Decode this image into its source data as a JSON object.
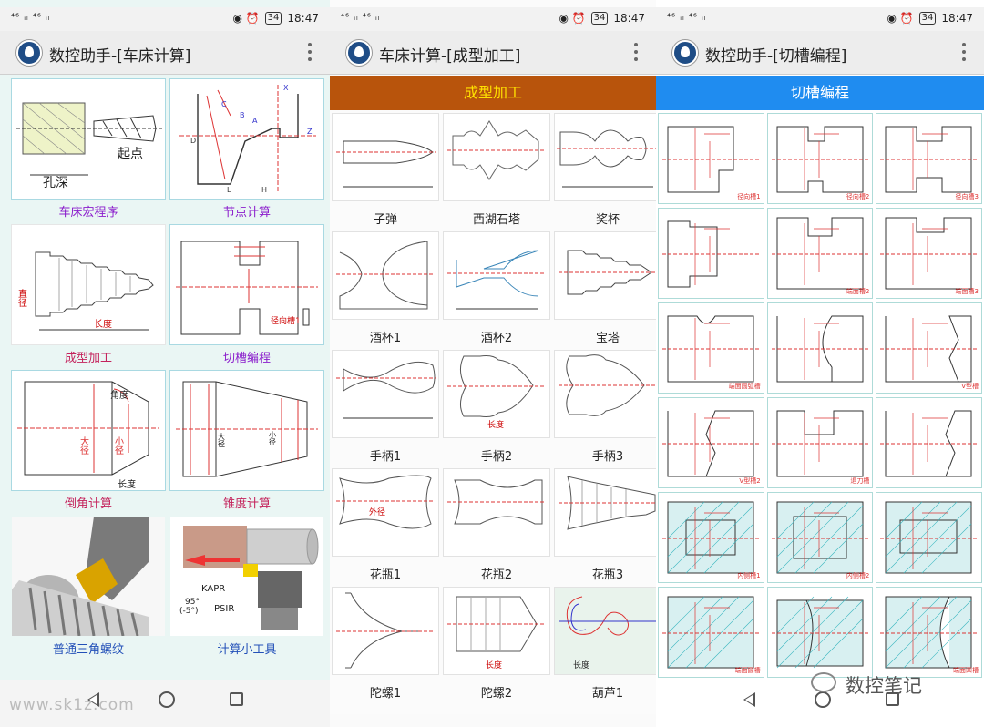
{
  "status": {
    "icons_left": "⁴⁶ ᵢₗ ⁴⁶ ᵢₗ",
    "time": "18:47",
    "battery": "34"
  },
  "screen1": {
    "title": "数控助手-[车床计算]",
    "items": [
      {
        "label": "车床宏程序",
        "texts": [
          "孔深",
          "起点"
        ]
      },
      {
        "label": "节点计算",
        "texts": [
          "X",
          "Z",
          "L",
          "H",
          "D",
          "B",
          "C",
          "A"
        ]
      },
      {
        "label": "成型加工",
        "texts": [
          "直径",
          "长度"
        ]
      },
      {
        "label": "切槽编程",
        "texts": [
          "径向槽1"
        ]
      },
      {
        "label": "倒角计算",
        "texts": [
          "角度",
          "大径",
          "小径",
          "长度"
        ]
      },
      {
        "label": "锥度计算",
        "texts": [
          "大径",
          "小径"
        ]
      },
      {
        "label": "普通三角螺纹",
        "texts": []
      },
      {
        "label": "计算小工具",
        "texts": [
          "KAPR",
          "95°",
          "(-5°)",
          "PSIR"
        ]
      }
    ]
  },
  "screen2": {
    "title": "车床计算-[成型加工]",
    "banner": "成型加工",
    "items": [
      {
        "label": "子弹"
      },
      {
        "label": "西湖石塔"
      },
      {
        "label": "奖杯"
      },
      {
        "label": "酒杯1"
      },
      {
        "label": "酒杯2"
      },
      {
        "label": "宝塔"
      },
      {
        "label": "手柄1"
      },
      {
        "label": "手柄2"
      },
      {
        "label": "手柄3"
      },
      {
        "label": "花瓶1"
      },
      {
        "label": "花瓶2"
      },
      {
        "label": "花瓶3"
      },
      {
        "label": "陀螺1"
      },
      {
        "label": "陀螺2"
      },
      {
        "label": "葫芦1"
      }
    ],
    "dim_texts": {
      "length": "长度",
      "outer": "外径"
    }
  },
  "screen3": {
    "title": "数控助手-[切槽编程]",
    "banner": "切槽编程",
    "captions": [
      "径向槽1",
      "径向槽2",
      "径向槽3",
      "",
      "端面槽2",
      "端面槽3",
      "端面圆弧槽",
      "",
      "V型槽",
      "V型槽2",
      "退刀槽",
      "",
      "内侧槽1",
      "内侧槽2",
      "",
      "端面圆槽",
      "",
      "端面凹槽"
    ]
  },
  "watermarks": {
    "left": "www.sk1z.com",
    "right": "数控笔记"
  }
}
